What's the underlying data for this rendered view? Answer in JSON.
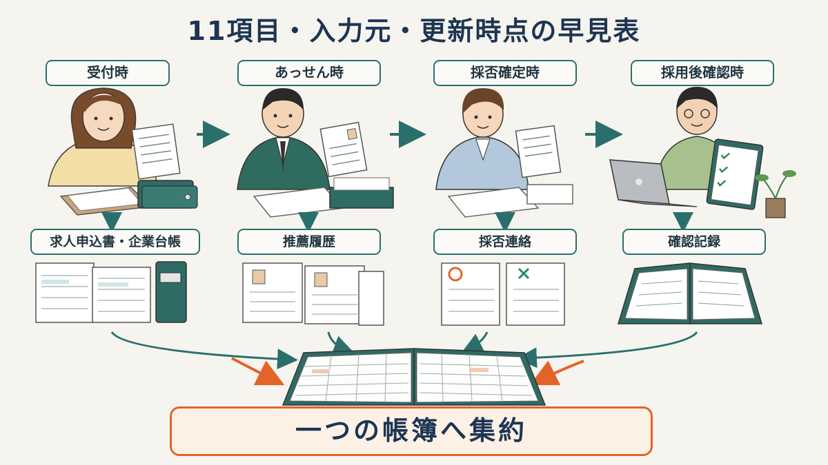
{
  "title": "11項目・入力元・更新時点の早見表",
  "stages": [
    {
      "label": "受付時",
      "document": "求人申込書・企業台帳"
    },
    {
      "label": "あっせん時",
      "document": "推薦履歴"
    },
    {
      "label": "採否確定時",
      "document": "採否連絡"
    },
    {
      "label": "採用後確認時",
      "document": "確認記録"
    }
  ],
  "footer": "一つの帳簿へ集約",
  "colors": {
    "teal": "#2b6f6c",
    "orange": "#e2642a",
    "navy": "#1d3552"
  }
}
